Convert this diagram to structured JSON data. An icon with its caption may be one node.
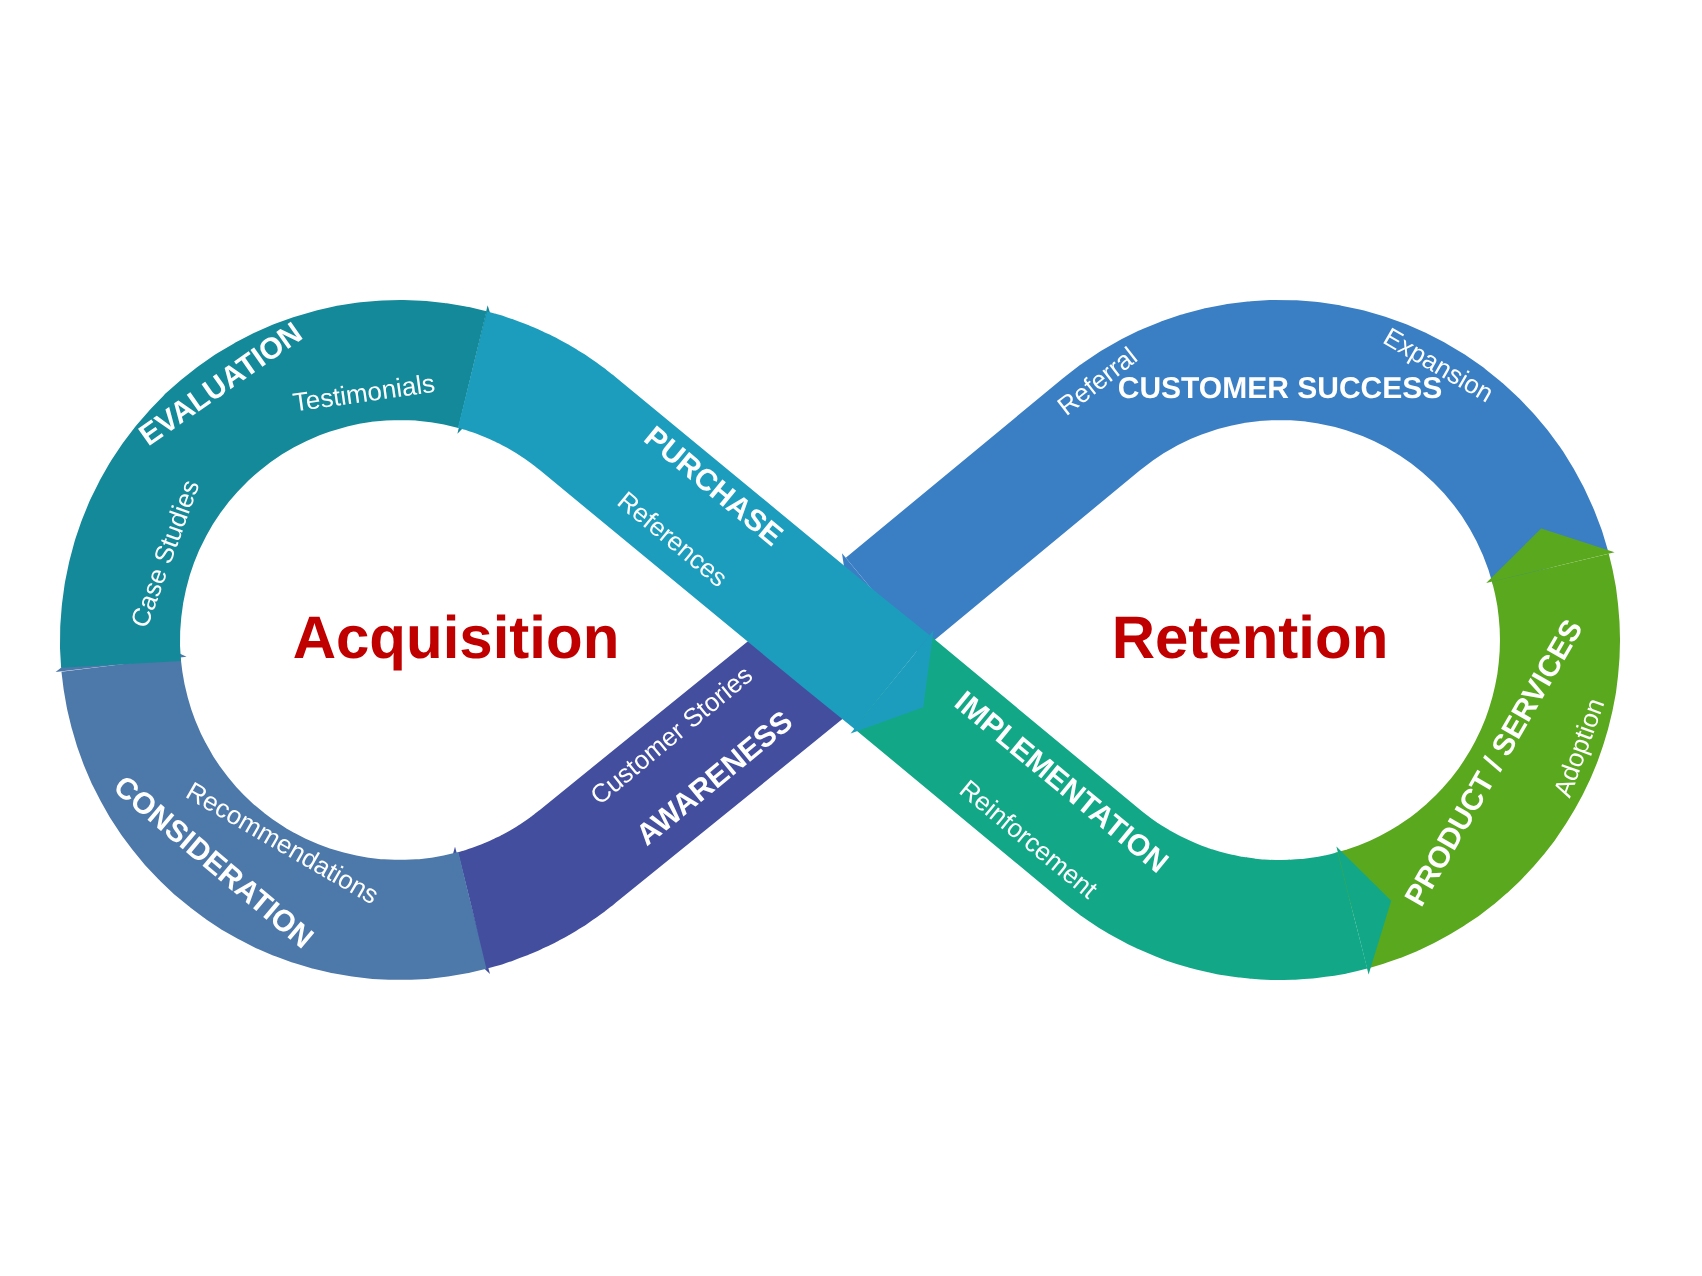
{
  "diagram": {
    "nodes": [
      {
        "text": [
          "EVALUATION",
          "Case Studies",
          "Testimonials"
        ]
      },
      {
        "text": [
          "PURCHASE",
          "References"
        ]
      },
      {
        "text": [
          "CUSTOMER SUCCESS",
          "Referral",
          "Expansion"
        ]
      },
      {
        "text": [
          "CONSIDERATION",
          "Recommendations"
        ]
      },
      {
        "text": [
          "AWARENESS",
          "Customer Stories"
        ]
      },
      {
        "text": [
          "IMPLEMENTATION",
          "Reinforcement"
        ]
      },
      {
        "text": [
          "PRODUCT / SERVICES",
          "Adoption"
        ]
      }
    ],
    "labels": [
      "Acquisition",
      "Retention"
    ]
  }
}
